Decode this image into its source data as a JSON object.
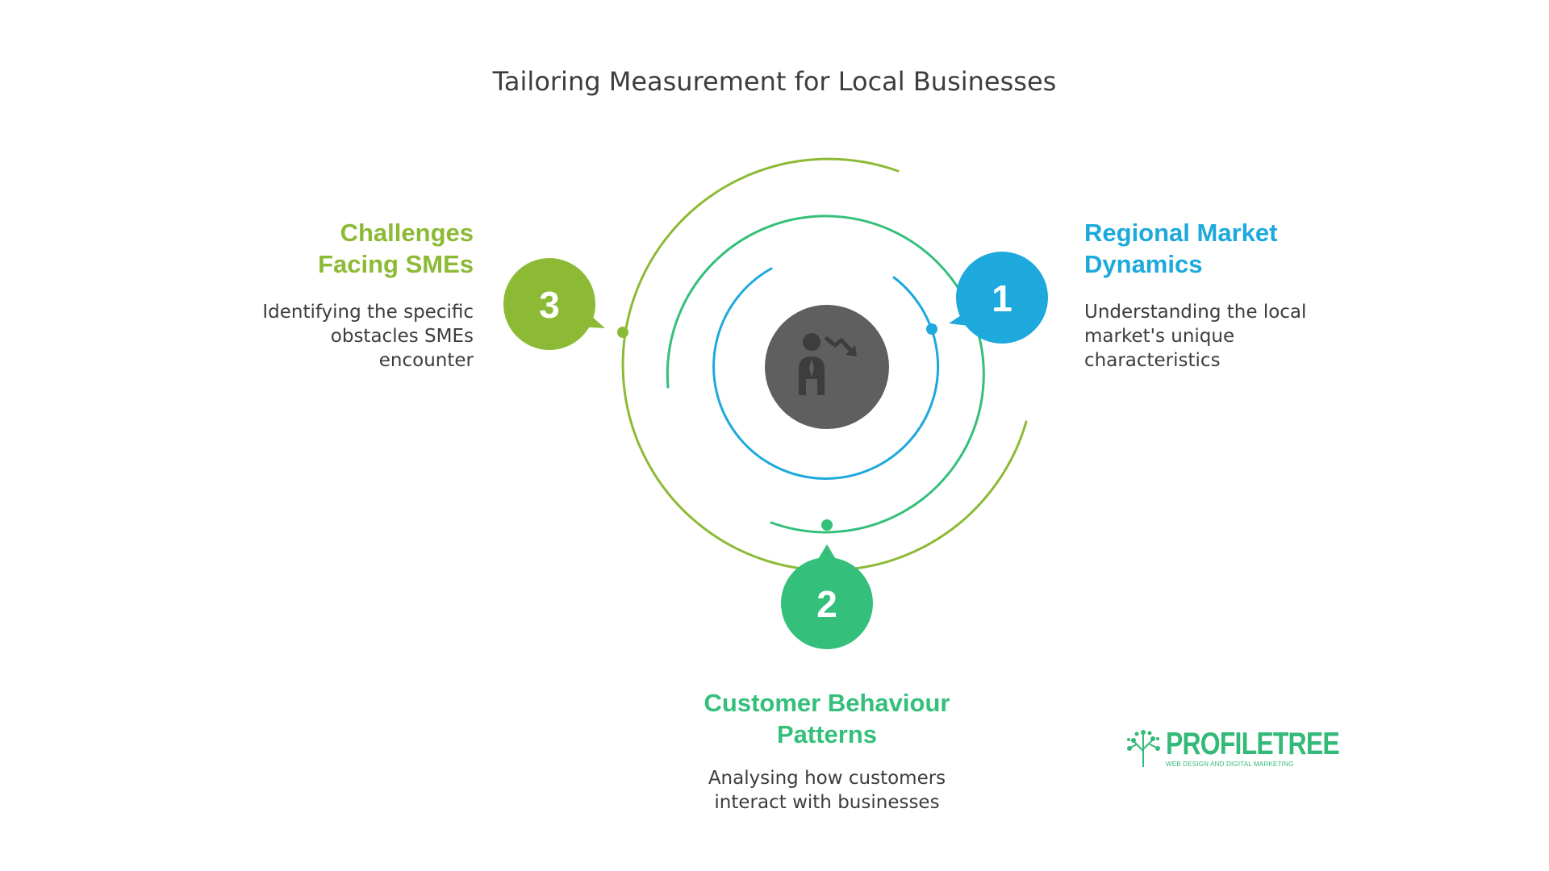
{
  "title": "Tailoring Measurement for Local Businesses",
  "items": [
    {
      "number": "1",
      "heading_line1": "Regional Market",
      "heading_line2": "Dynamics",
      "desc_line1": "Understanding the local",
      "desc_line2": "market's unique",
      "desc_line3": "characteristics",
      "color": "#1da9dc"
    },
    {
      "number": "2",
      "heading_line1": "Customer Behaviour",
      "heading_line2": "Patterns",
      "desc_line1": "Analysing how customers",
      "desc_line2": "interact with businesses",
      "color": "#34bf7b"
    },
    {
      "number": "3",
      "heading_line1": "Challenges",
      "heading_line2": "Facing SMEs",
      "desc_line1": "Identifying the specific",
      "desc_line2": "obstacles SMEs",
      "desc_line3": "encounter",
      "color": "#8cba35"
    }
  ],
  "center_icon": "person-declining-trend-icon",
  "logo": {
    "name": "PROFILETREE",
    "tagline": "WEB DESIGN AND DIGITAL MARKETING",
    "icon": "tree-icon",
    "color": "#33ba78"
  },
  "colors": {
    "center_circle": "#5f5f5f",
    "text": "#3d3d3d"
  }
}
